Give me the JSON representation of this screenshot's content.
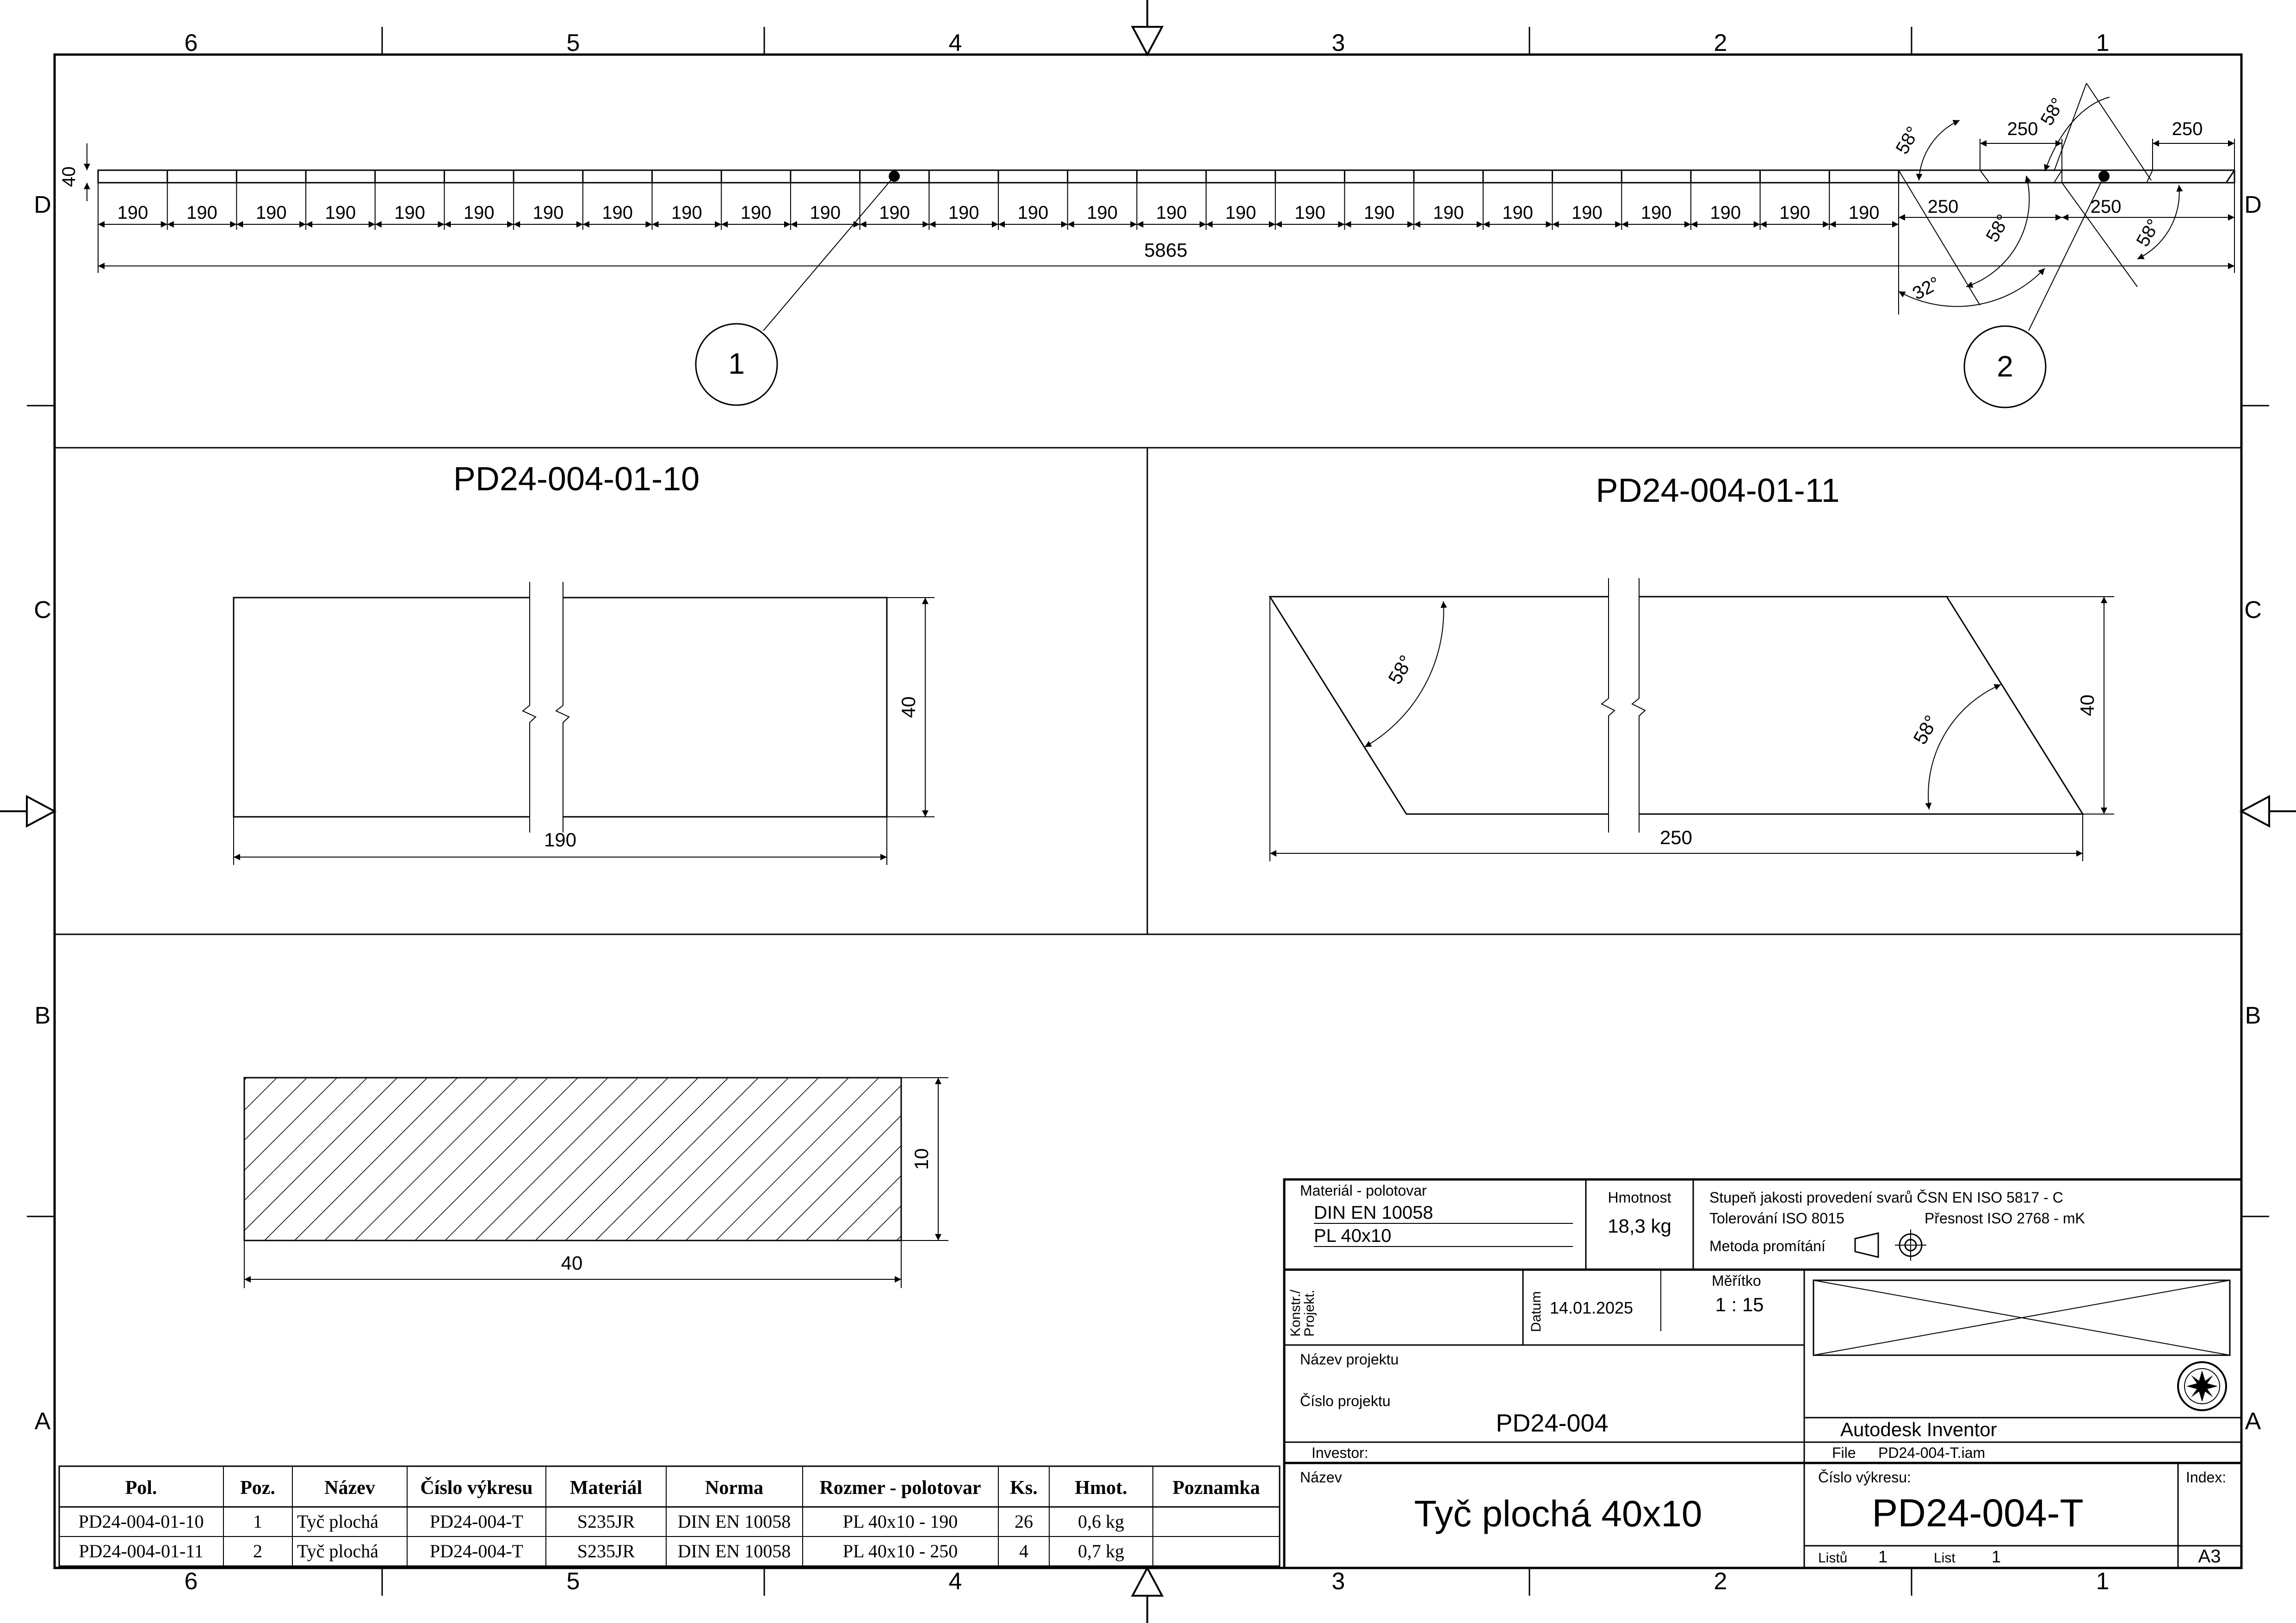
{
  "frame": {
    "columns": [
      "6",
      "5",
      "4",
      "3",
      "2",
      "1"
    ],
    "rows": [
      "D",
      "C",
      "B",
      "A"
    ]
  },
  "overview": {
    "thickness_dim": "40",
    "segment_dim": "190",
    "segment_count": 26,
    "end_dim": "250",
    "top_dim": "250",
    "total_dim": "5865",
    "angle_58": "58°",
    "angle_32": "32°",
    "balloon_1": "1",
    "balloon_2": "2"
  },
  "detail_1": {
    "title": "PD24-004-01-10",
    "length_dim": "190",
    "height_dim": "40"
  },
  "detail_2": {
    "title": "PD24-004-01-11",
    "length_dim": "250",
    "height_dim": "40",
    "angle": "58°"
  },
  "section": {
    "width_dim": "40",
    "height_dim": "10"
  },
  "parts_list": {
    "headers": [
      "Pol.",
      "Poz.",
      "Název",
      "Číslo výkresu",
      "Materiál",
      "Norma",
      "Rozmer - polotovar",
      "Ks.",
      "Hmot.",
      "Poznamka"
    ],
    "rows": [
      [
        "PD24-004-01-10",
        "1",
        "Tyč plochá",
        "PD24-004-T",
        "S235JR",
        "DIN EN 10058",
        "PL 40x10 - 190",
        "26",
        "0,6 kg",
        ""
      ],
      [
        "PD24-004-01-11",
        "2",
        "Tyč plochá",
        "PD24-004-T",
        "S235JR",
        "DIN EN 10058",
        "PL 40x10 - 250",
        "4",
        "0,7 kg",
        ""
      ]
    ]
  },
  "title_block": {
    "material_label": "Materiál - polotovar",
    "material_1": "DIN EN 10058",
    "material_2": "PL 40x10",
    "mass_label": "Hmotnost",
    "mass_value": "18,3 kg",
    "weld_quality": "Stupeň jakosti provedení svarů ČSN EN ISO 5817 - C",
    "tolerance": "Tolerování ISO 8015",
    "precision": "Přesnost ISO 2768 - mK",
    "projection_label": "Metoda promítání",
    "konstr_label": "Konstr./",
    "projekt_label": "Projekt.",
    "datum_label": "Datum",
    "date_value": "14.01.2025",
    "scale_label": "Měřítko",
    "scale_value": "1 : 15",
    "project_name_label": "Název projektu",
    "project_number_label": "Číslo projektu",
    "project_number": "PD24-004",
    "software": "Autodesk Inventor",
    "investor_label": "Investor:",
    "file_label": "File",
    "file_value": "PD24-004-T.iam",
    "name_label": "Název",
    "name_value": "Tyč plochá 40x10",
    "drawing_number_label": "Číslo výkresu:",
    "drawing_number": "PD24-004-T",
    "index_label": "Index:",
    "sheets_label": "Listů",
    "sheets_value": "1",
    "sheet_label": "List",
    "sheet_value": "1",
    "format": "A3"
  }
}
